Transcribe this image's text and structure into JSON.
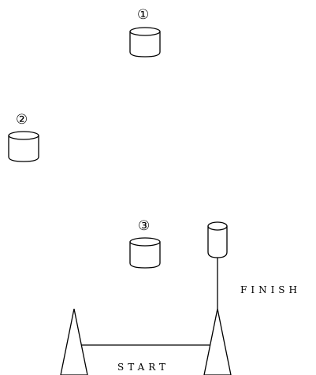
{
  "markers": {
    "one": "①",
    "two": "②",
    "three": "③"
  },
  "labels": {
    "finish": "FINISH",
    "start": "START"
  }
}
